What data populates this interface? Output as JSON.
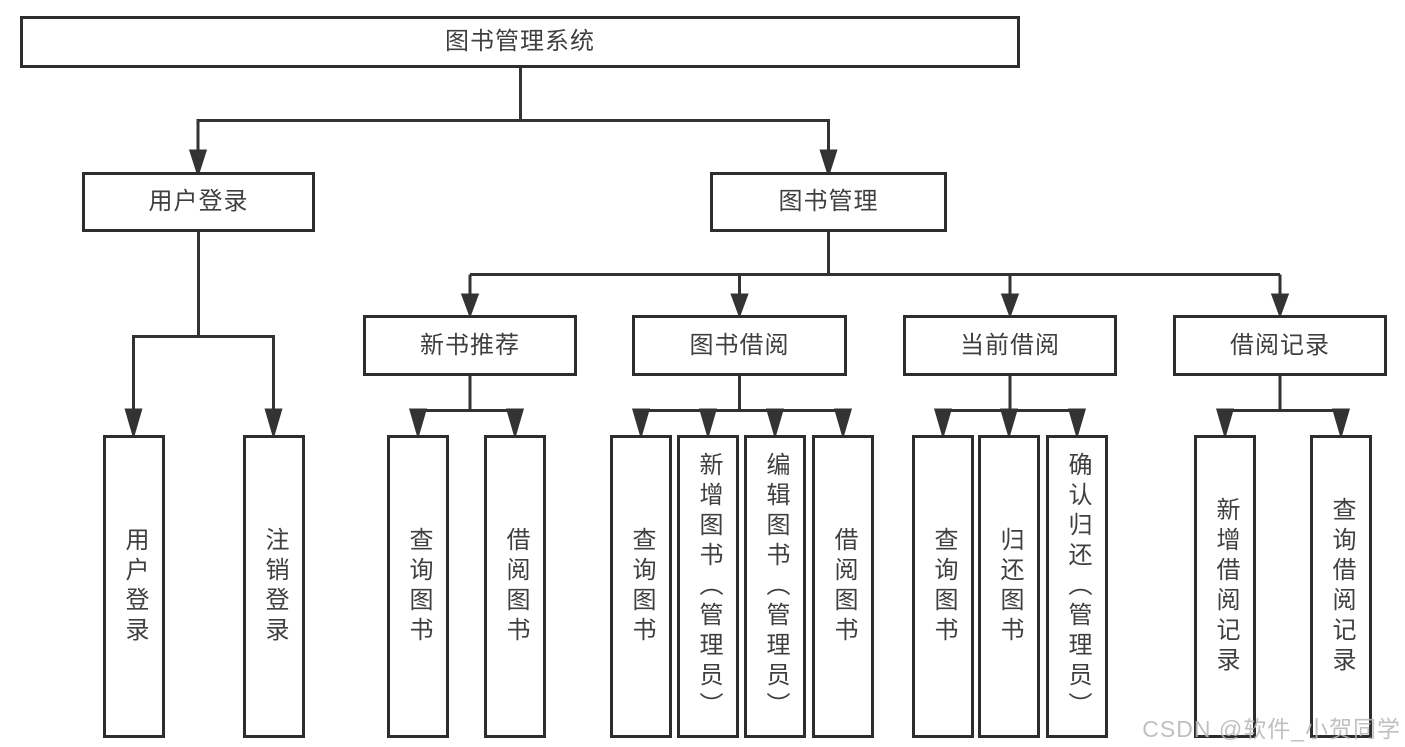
{
  "tree": {
    "label": "图书管理系统",
    "children": [
      {
        "label": "用户登录",
        "children": [
          {
            "label": "用户登录"
          },
          {
            "label": "注销登录"
          }
        ]
      },
      {
        "label": "图书管理",
        "children": [
          {
            "label": "新书推荐",
            "children": [
              {
                "label": "查询图书"
              },
              {
                "label": "借阅图书"
              }
            ]
          },
          {
            "label": "图书借阅",
            "children": [
              {
                "label": "查询图书"
              },
              {
                "label": "新增图书（管理员）"
              },
              {
                "label": "编辑图书（管理员）"
              },
              {
                "label": "借阅图书"
              }
            ]
          },
          {
            "label": "当前借阅",
            "children": [
              {
                "label": "查询图书"
              },
              {
                "label": "归还图书"
              },
              {
                "label": "确认归还（管理员）"
              }
            ]
          },
          {
            "label": "借阅记录",
            "children": [
              {
                "label": "新增借阅记录"
              },
              {
                "label": "查询借阅记录"
              }
            ]
          }
        ]
      }
    ]
  },
  "watermark": "CSDN @软件_小贺同学",
  "colors": {
    "line": "#333333",
    "box_border": "#2d2d2d",
    "text": "#3f3f3f",
    "background": "#ffffff",
    "watermark": "#b7b7b7"
  }
}
